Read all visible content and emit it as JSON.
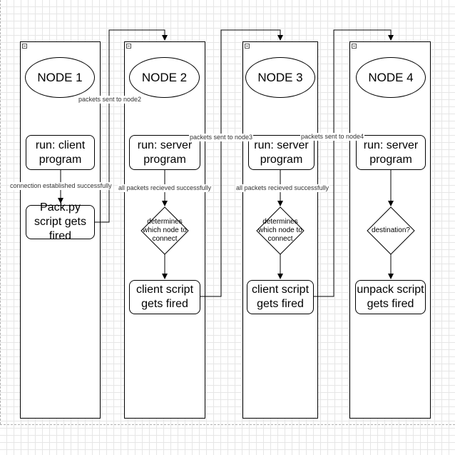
{
  "diagram": {
    "nodes": [
      {
        "id": "node1",
        "title": "NODE 1"
      },
      {
        "id": "node2",
        "title": "NODE 2"
      },
      {
        "id": "node3",
        "title": "NODE 3"
      },
      {
        "id": "node4",
        "title": "NODE 4"
      }
    ],
    "steps": {
      "node1_run": "run: client\nprogram",
      "node1_pack": "Pack.py\nscript gets\nfired",
      "node2_run": "run: server\nprogram",
      "node2_decision": "determines\nwhich node to\nconnect",
      "node2_client": "client script\ngets fired",
      "node3_run": "run: server\nprogram",
      "node3_decision": "determines\nwhich node to\nconnect",
      "node3_client": "client script\ngets fired",
      "node4_run": "run: server\nprogram",
      "node4_decision": "destination?",
      "node4_unpack": "unpack script\ngets fired"
    },
    "edge_labels": {
      "to_node2": "packets sent to node2",
      "to_node3": "packets sent to node3",
      "to_node4": "packets sent to node4",
      "connection": "connection established successfully",
      "received_node2": "all packets recieved successfully",
      "received_node3": "all packets recieved successfully"
    }
  }
}
